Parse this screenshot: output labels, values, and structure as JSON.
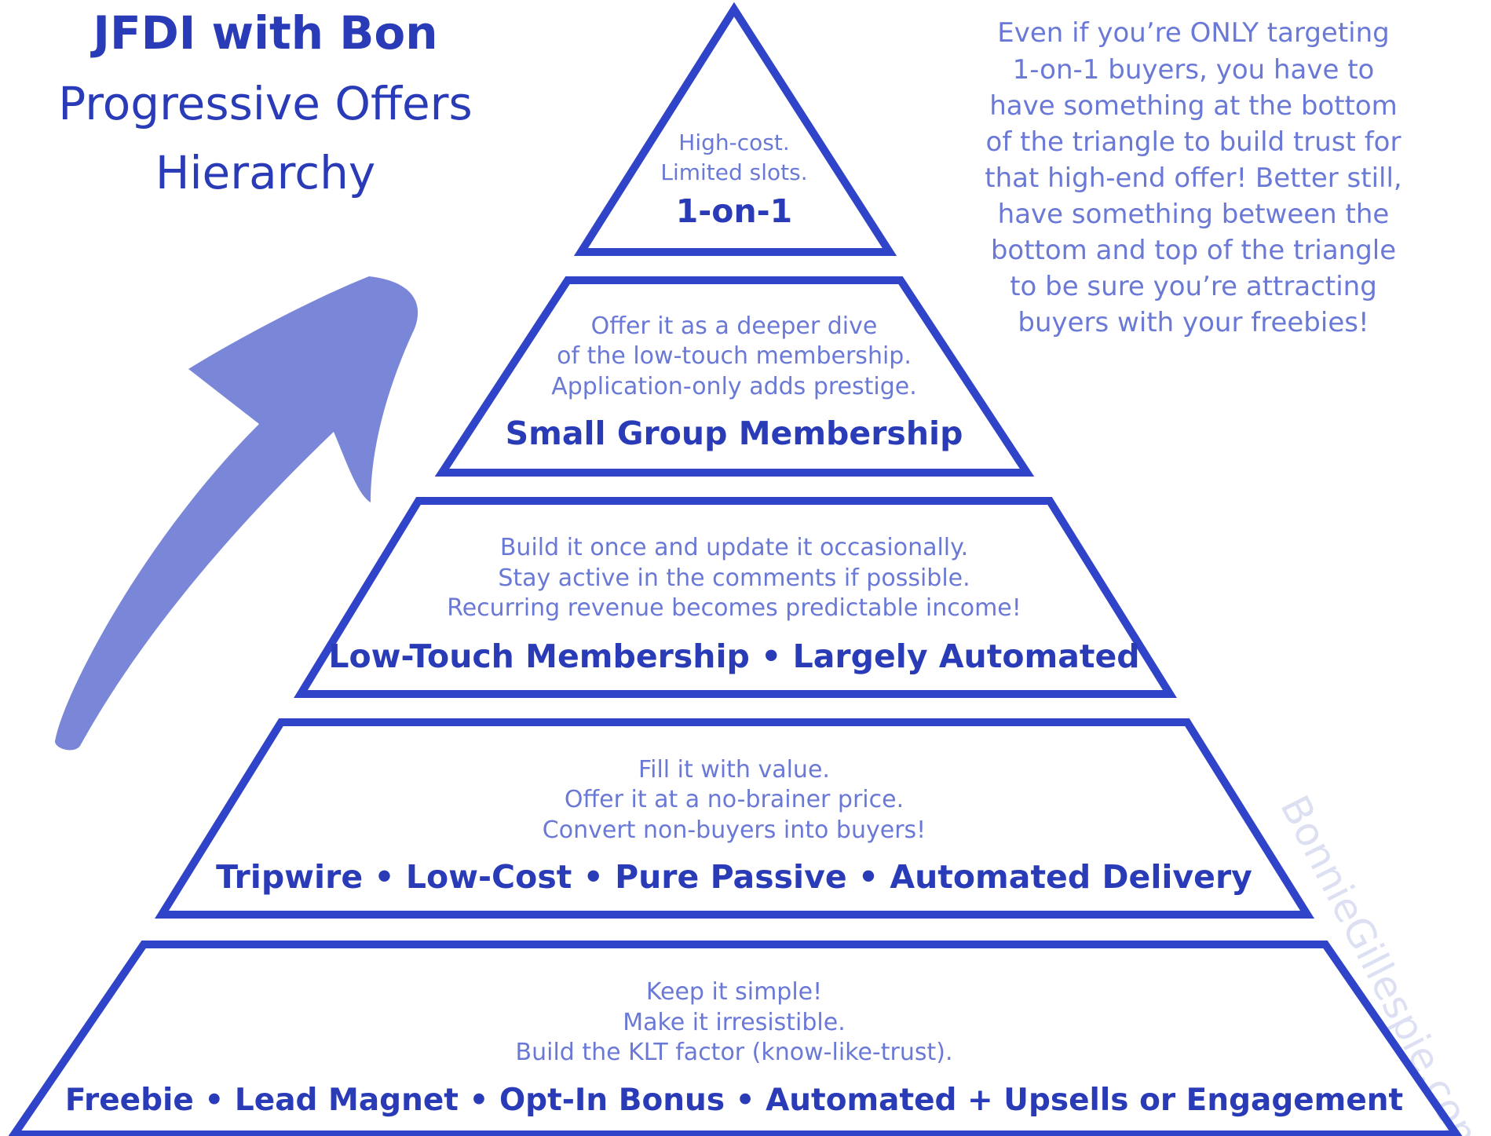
{
  "title": {
    "main": "JFDI with Bon",
    "sub_lines": [
      "Progressive Offers",
      "Hierarchy"
    ]
  },
  "callout": {
    "lines": [
      "Even if you’re ONLY targeting",
      "1-on-1 buyers, you have to",
      "have something at the bottom",
      "of the triangle to build trust for",
      "that high-end offer! Better still,",
      "have something between the",
      "bottom and top of the triangle",
      "to be sure you’re attracting",
      "buyers with your freebies!"
    ]
  },
  "pyramid": {
    "tiers": [
      {
        "description": [
          "High-cost.",
          "Limited slots."
        ],
        "title": "1-on-1"
      },
      {
        "description": [
          "Offer it as a deeper dive",
          "of the low-touch membership.",
          "Application-only adds prestige."
        ],
        "title": "Small Group Membership"
      },
      {
        "description": [
          "Build it once and update it occasionally.",
          "Stay active in the comments if possible.",
          "Recurring revenue becomes predictable income!"
        ],
        "title": "Low-Touch Membership • Largely Automated"
      },
      {
        "description": [
          "Fill it with value.",
          "Offer it at a no-brainer price.",
          "Convert non-buyers into buyers!"
        ],
        "title": "Tripwire • Low-Cost • Pure Passive • Automated Delivery"
      },
      {
        "description": [
          "Keep it simple!",
          "Make it irresistible.",
          "Build the KLT factor (know-like-trust)."
        ],
        "title": "Freebie • Lead Magnet • Opt-In Bonus • Automated + Upsells or Engagement"
      }
    ]
  },
  "watermark": "BonnieGillespie.com",
  "colors": {
    "primary": "#2f44c8",
    "title_text": "#2a3bb8",
    "secondary_text": "#6a79d6",
    "arrow": "#7a86d8",
    "watermark": "#dde0f2"
  }
}
